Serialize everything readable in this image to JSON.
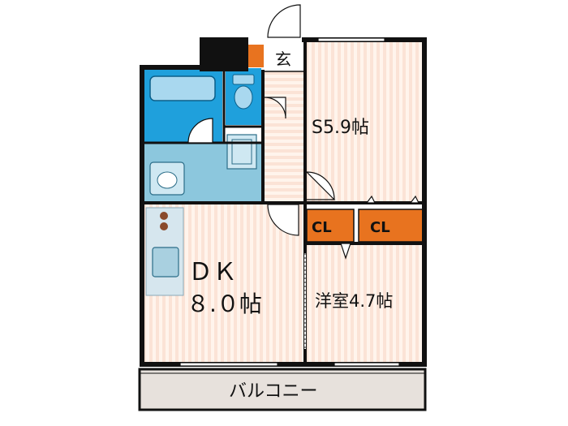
{
  "rooms": {
    "entrance": {
      "label": "玄"
    },
    "bedroom_s": {
      "label": "S5.9帖"
    },
    "dining_kitchen": {
      "label_line1": "ＤＫ",
      "label_line2": "８.０帖"
    },
    "western_room": {
      "label": "洋室4.7帖"
    },
    "closet_left": {
      "label": "CL"
    },
    "closet_right": {
      "label": "CL"
    },
    "balcony": {
      "label": "バルコニー"
    }
  },
  "colors": {
    "wall": "#111111",
    "floor_stripe": "#fbe3d6",
    "floor_base": "#fff4ec",
    "wet_area": "#1fa0dc",
    "washroom": "#8cc7dd",
    "closet": "#e8731f",
    "balcony": "#e7e1dc"
  },
  "icons": [
    "bathtub-icon",
    "toilet-icon",
    "washbasin-icon",
    "washing-machine-icon",
    "stove-icon",
    "sink-icon",
    "door-swing-icon",
    "window-icon"
  ]
}
